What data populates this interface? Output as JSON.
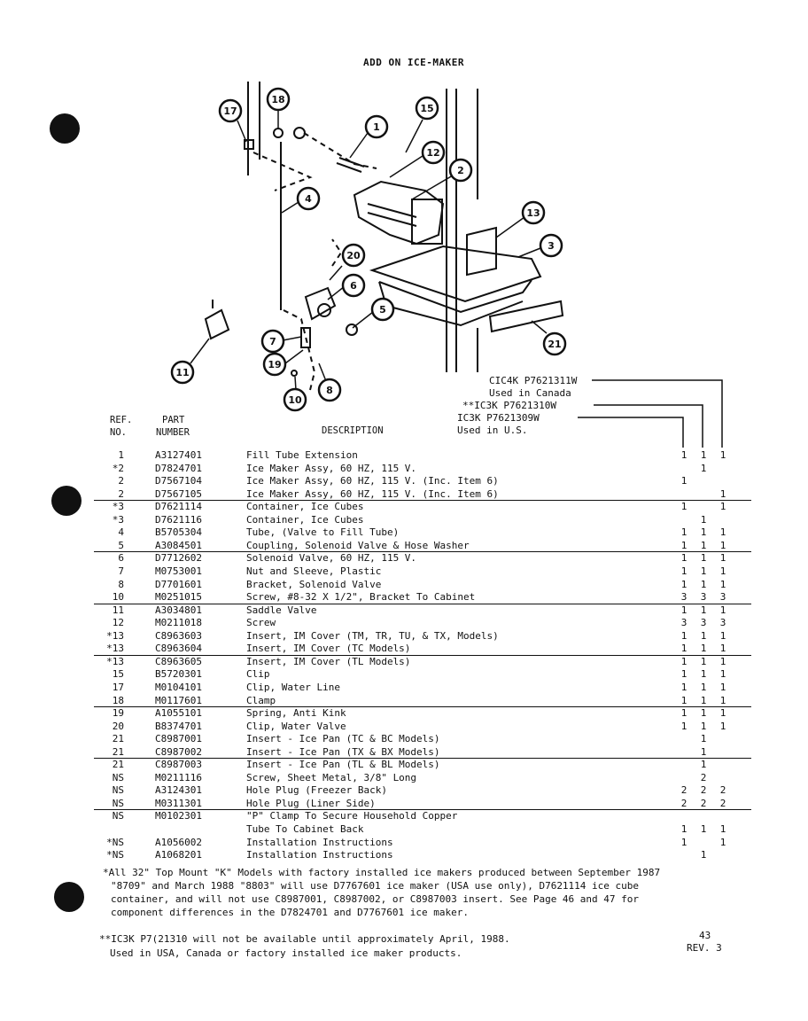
{
  "page_title": "ADD ON ICE-MAKER",
  "diagram": {
    "callouts": [
      "17",
      "18",
      "1",
      "15",
      "12",
      "2",
      "4",
      "13",
      "3",
      "20",
      "6",
      "5",
      "7",
      "19",
      "10",
      "8",
      "11",
      "21"
    ]
  },
  "model_headers": {
    "m3_line1": "CIC4K P7621311W",
    "m3_line2": "Used in Canada",
    "m2_line1": "**IC3K P7621310W",
    "m1_line1": "IC3K P7621309W",
    "m1_line2": "Used in U.S."
  },
  "table_headers": {
    "ref_1": "REF.",
    "ref_2": "NO.",
    "part_1": "PART",
    "part_2": "NUMBER",
    "description": "DESCRIPTION"
  },
  "parts": [
    {
      "ref": "1",
      "part": "A3127401",
      "desc": "Fill Tube Extension",
      "q1": "1",
      "q2": "1",
      "q3": "1"
    },
    {
      "ref": "*2",
      "part": "D7824701",
      "desc": "Ice Maker Assy, 60 HZ, 115 V.",
      "q1": "",
      "q2": "1",
      "q3": ""
    },
    {
      "ref": "2",
      "part": "D7567104",
      "desc": "Ice Maker Assy, 60 HZ, 115 V. (Inc. Item 6)",
      "q1": "1",
      "q2": "",
      "q3": ""
    },
    {
      "ref": "2",
      "part": "D7567105",
      "desc": "Ice Maker Assy, 60 HZ, 115 V. (Inc. Item 6)",
      "q1": "",
      "q2": "",
      "q3": "1"
    },
    {
      "ref": "*3",
      "part": "D7621114",
      "desc": "Container, Ice Cubes",
      "q1": "1",
      "q2": "",
      "q3": "1"
    },
    {
      "ref": "*3",
      "part": "D7621116",
      "desc": "Container, Ice Cubes",
      "q1": "",
      "q2": "1",
      "q3": ""
    },
    {
      "ref": "4",
      "part": "B5705304",
      "desc": "Tube, (Valve to Fill Tube)",
      "q1": "1",
      "q2": "1",
      "q3": "1"
    },
    {
      "ref": "5",
      "part": "A3084501",
      "desc": "Coupling, Solenoid Valve & Hose Washer",
      "q1": "1",
      "q2": "1",
      "q3": "1"
    },
    {
      "ref": "6",
      "part": "D7712602",
      "desc": "Solenoid Valve, 60 HZ, 115 V.",
      "q1": "1",
      "q2": "1",
      "q3": "1"
    },
    {
      "ref": "7",
      "part": "M0753001",
      "desc": "Nut and Sleeve, Plastic",
      "q1": "1",
      "q2": "1",
      "q3": "1"
    },
    {
      "ref": "8",
      "part": "D7701601",
      "desc": "Bracket, Solenoid Valve",
      "q1": "1",
      "q2": "1",
      "q3": "1"
    },
    {
      "ref": "10",
      "part": "M0251015",
      "desc": "Screw, #8-32 X 1/2\", Bracket To Cabinet",
      "q1": "3",
      "q2": "3",
      "q3": "3"
    },
    {
      "ref": "11",
      "part": "A3034801",
      "desc": "Saddle Valve",
      "q1": "1",
      "q2": "1",
      "q3": "1"
    },
    {
      "ref": "12",
      "part": "M0211018",
      "desc": "Screw",
      "q1": "3",
      "q2": "3",
      "q3": "3"
    },
    {
      "ref": "*13",
      "part": "C8963603",
      "desc": "Insert, IM Cover (TM, TR, TU, & TX, Models)",
      "q1": "1",
      "q2": "1",
      "q3": "1"
    },
    {
      "ref": "*13",
      "part": "C8963604",
      "desc": "Insert, IM Cover (TC Models)",
      "q1": "1",
      "q2": "1",
      "q3": "1"
    },
    {
      "ref": "*13",
      "part": "C8963605",
      "desc": "Insert, IM Cover (TL Models)",
      "q1": "1",
      "q2": "1",
      "q3": "1"
    },
    {
      "ref": "15",
      "part": "B5720301",
      "desc": "Clip",
      "q1": "1",
      "q2": "1",
      "q3": "1"
    },
    {
      "ref": "17",
      "part": "M0104101",
      "desc": "Clip, Water Line",
      "q1": "1",
      "q2": "1",
      "q3": "1"
    },
    {
      "ref": "18",
      "part": "M0117601",
      "desc": "Clamp",
      "q1": "1",
      "q2": "1",
      "q3": "1"
    },
    {
      "ref": "19",
      "part": "A1055101",
      "desc": "Spring, Anti Kink",
      "q1": "1",
      "q2": "1",
      "q3": "1"
    },
    {
      "ref": "20",
      "part": "B8374701",
      "desc": "Clip, Water Valve",
      "q1": "1",
      "q2": "1",
      "q3": "1"
    },
    {
      "ref": "21",
      "part": "C8987001",
      "desc": "Insert - Ice Pan (TC & BC Models)",
      "q1": "",
      "q2": "1",
      "q3": ""
    },
    {
      "ref": "21",
      "part": "C8987002",
      "desc": "Insert - Ice Pan (TX & BX Models)",
      "q1": "",
      "q2": "1",
      "q3": ""
    },
    {
      "ref": "21",
      "part": "C8987003",
      "desc": "Insert - Ice Pan (TL & BL Models)",
      "q1": "",
      "q2": "1",
      "q3": ""
    },
    {
      "ref": "NS",
      "part": "M0211116",
      "desc": "Screw, Sheet Metal, 3/8\" Long",
      "q1": "",
      "q2": "2",
      "q3": ""
    },
    {
      "ref": "NS",
      "part": "A3124301",
      "desc": "Hole Plug (Freezer Back)",
      "q1": "2",
      "q2": "2",
      "q3": "2"
    },
    {
      "ref": "NS",
      "part": "M0311301",
      "desc": "Hole Plug (Liner Side)",
      "q1": "2",
      "q2": "2",
      "q3": "2"
    },
    {
      "ref": "NS",
      "part": "M0102301",
      "desc": "\"P\" Clamp To Secure Household Copper",
      "q1": "",
      "q2": "",
      "q3": ""
    },
    {
      "ref": "",
      "part": "",
      "desc": "Tube To Cabinet Back",
      "q1": "1",
      "q2": "1",
      "q3": "1"
    },
    {
      "ref": "*NS",
      "part": "A1056002",
      "desc": "Installation Instructions",
      "q1": "1",
      "q2": "",
      "q3": "1"
    },
    {
      "ref": "*NS",
      "part": "A1068201",
      "desc": "Installation Instructions",
      "q1": "",
      "q2": "1",
      "q3": ""
    }
  ],
  "footnotes": {
    "star_1": "*All 32\" Top Mount \"K\" Models with factory installed ice makers produced between September 1987",
    "star_2": "\"8709\" and March 1988 \"8803\" will use D7767601 ice maker (USA use only), D7621114 ice cube",
    "star_3": "container, and will not use C8987001, C8987002, or C8987003 insert.  See Page 46 and 47 for",
    "star_4": "component differences in the D7824701 and D7767601 ice maker.",
    "dstar_1": "**IC3K P7(21310 will not be available until approximately April, 1988.",
    "dstar_2": "Used in USA, Canada or factory installed ice maker products."
  },
  "page_number": "43",
  "revision": "REV. 3"
}
